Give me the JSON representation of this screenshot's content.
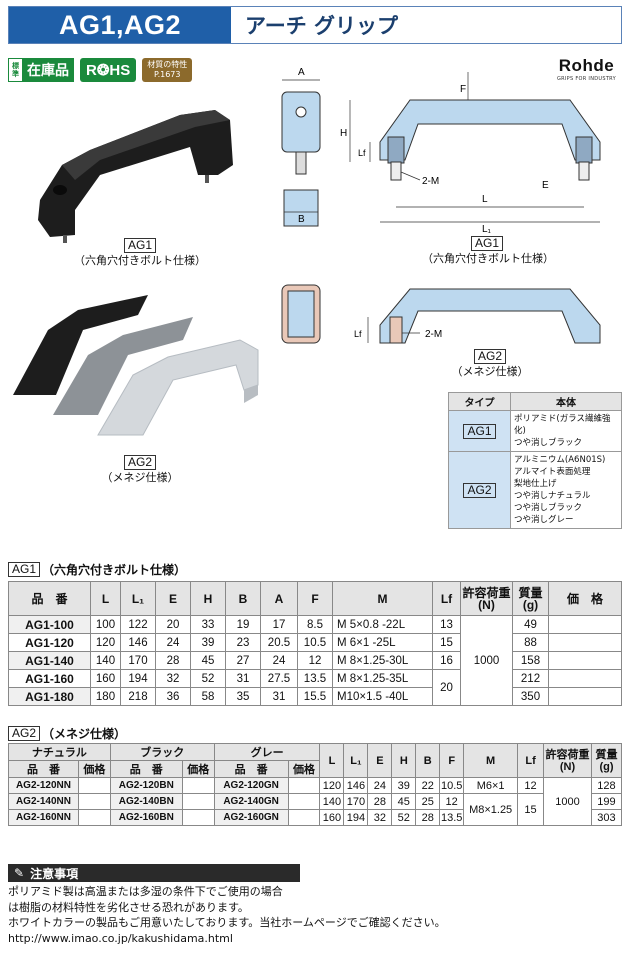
{
  "header": {
    "code": "AG1,AG2",
    "name": "アーチ グリップ"
  },
  "badges": {
    "stock_small": "標準",
    "stock": "在庫品",
    "rohs": "R❂HS",
    "material_line1": "材質の特性",
    "material_line2": "P.1673"
  },
  "brand": {
    "logo": "Rohde",
    "tagline": "GRIPS FOR INDUSTRY"
  },
  "captions": {
    "ag1_photo_code": "AG1",
    "ag1_photo_desc": "（六角穴付きボルト仕様）",
    "ag2_photo_code": "AG2",
    "ag2_photo_desc": "（メネジ仕様）",
    "ag1_draw_code": "AG1",
    "ag1_draw_desc": "（六角穴付きボルト仕様）",
    "ag2_draw_code": "AG2",
    "ag2_draw_desc": "（メネジ仕様）"
  },
  "drawing_labels": {
    "A": "A",
    "B": "B",
    "H": "H",
    "F": "F",
    "Lf": "Lf",
    "M2": "2-M",
    "L": "L",
    "L1": "L₁",
    "E": "E"
  },
  "type_table": {
    "headers": [
      "タイプ",
      "本体"
    ],
    "rows": [
      {
        "type": "AG1",
        "body": [
          "ポリアミド(ガラス繊維強化)",
          "つや消しブラック"
        ]
      },
      {
        "type": "AG2",
        "body": [
          "アルミニウム(A6N01S)",
          "アルマイト表面処理",
          "梨地仕上げ",
          "つや消しナチュラル",
          "つや消しブラック",
          "つや消しグレー"
        ]
      }
    ]
  },
  "sections": {
    "ag1_code": "AG1",
    "ag1_title": "（六角穴付きボルト仕様）",
    "ag2_code": "AG2",
    "ag2_title": "（メネジ仕様）"
  },
  "table1": {
    "headers": [
      "品　番",
      "L",
      "L₁",
      "E",
      "H",
      "B",
      "A",
      "F",
      "M",
      "Lf",
      "許容荷重",
      "(N)",
      "質量",
      "(g)",
      "価　格"
    ],
    "rows": [
      [
        "AG1-100",
        "100",
        "122",
        "20",
        "33",
        "19",
        "17",
        "8.5",
        "M  5×0.8  -22L",
        "13",
        "49"
      ],
      [
        "AG1-120",
        "120",
        "146",
        "24",
        "39",
        "23",
        "20.5",
        "10.5",
        "M  6×1    -25L",
        "15",
        "88"
      ],
      [
        "AG1-140",
        "140",
        "170",
        "28",
        "45",
        "27",
        "24",
        "12",
        "M  8×1.25-30L",
        "16",
        "158"
      ],
      [
        "AG1-160",
        "160",
        "194",
        "32",
        "52",
        "31",
        "27.5",
        "13.5",
        "M  8×1.25-35L",
        "",
        "212"
      ],
      [
        "AG1-180",
        "180",
        "218",
        "36",
        "58",
        "35",
        "31",
        "15.5",
        "M10×1.5  -40L",
        "",
        "350"
      ]
    ],
    "lf_merged": "20",
    "load": "1000"
  },
  "table2": {
    "group_headers": [
      "ナチュラル",
      "ブラック",
      "グレー"
    ],
    "sub_headers": [
      "品　番",
      "価格"
    ],
    "dim_headers": [
      "L",
      "L₁",
      "E",
      "H",
      "B",
      "F",
      "M",
      "Lf",
      "許容荷重",
      "(N)",
      "質量",
      "(g)"
    ],
    "rows": [
      {
        "nn": "AG2-120NN",
        "bn": "AG2-120BN",
        "gn": "AG2-120GN",
        "L": "120",
        "L1": "146",
        "E": "24",
        "H": "39",
        "B": "22",
        "F": "10.5",
        "M": "M6×1",
        "Lf": "12",
        "mass": "128"
      },
      {
        "nn": "AG2-140NN",
        "bn": "AG2-140BN",
        "gn": "AG2-140GN",
        "L": "140",
        "L1": "170",
        "E": "28",
        "H": "45",
        "B": "25",
        "F": "12",
        "M": "",
        "Lf": "",
        "mass": "199"
      },
      {
        "nn": "AG2-160NN",
        "bn": "AG2-160BN",
        "gn": "AG2-160GN",
        "L": "160",
        "L1": "194",
        "E": "32",
        "H": "52",
        "B": "28",
        "F": "13.5",
        "M": "",
        "Lf": "",
        "mass": "303"
      }
    ],
    "m_merged": "M8×1.25",
    "lf_merged": "15",
    "load": "1000"
  },
  "notice": {
    "title": "注意事項",
    "lines": [
      "ポリアミド製は高温または多湿の条件下でご使用の場合",
      "は樹脂の材料特性を劣化させる恐れがあります。",
      "ホワイトカラーの製品もご用意いたしております。当社ホームページでご確認ください。",
      "http://www.imao.co.jp/kakushidama.html"
    ]
  }
}
